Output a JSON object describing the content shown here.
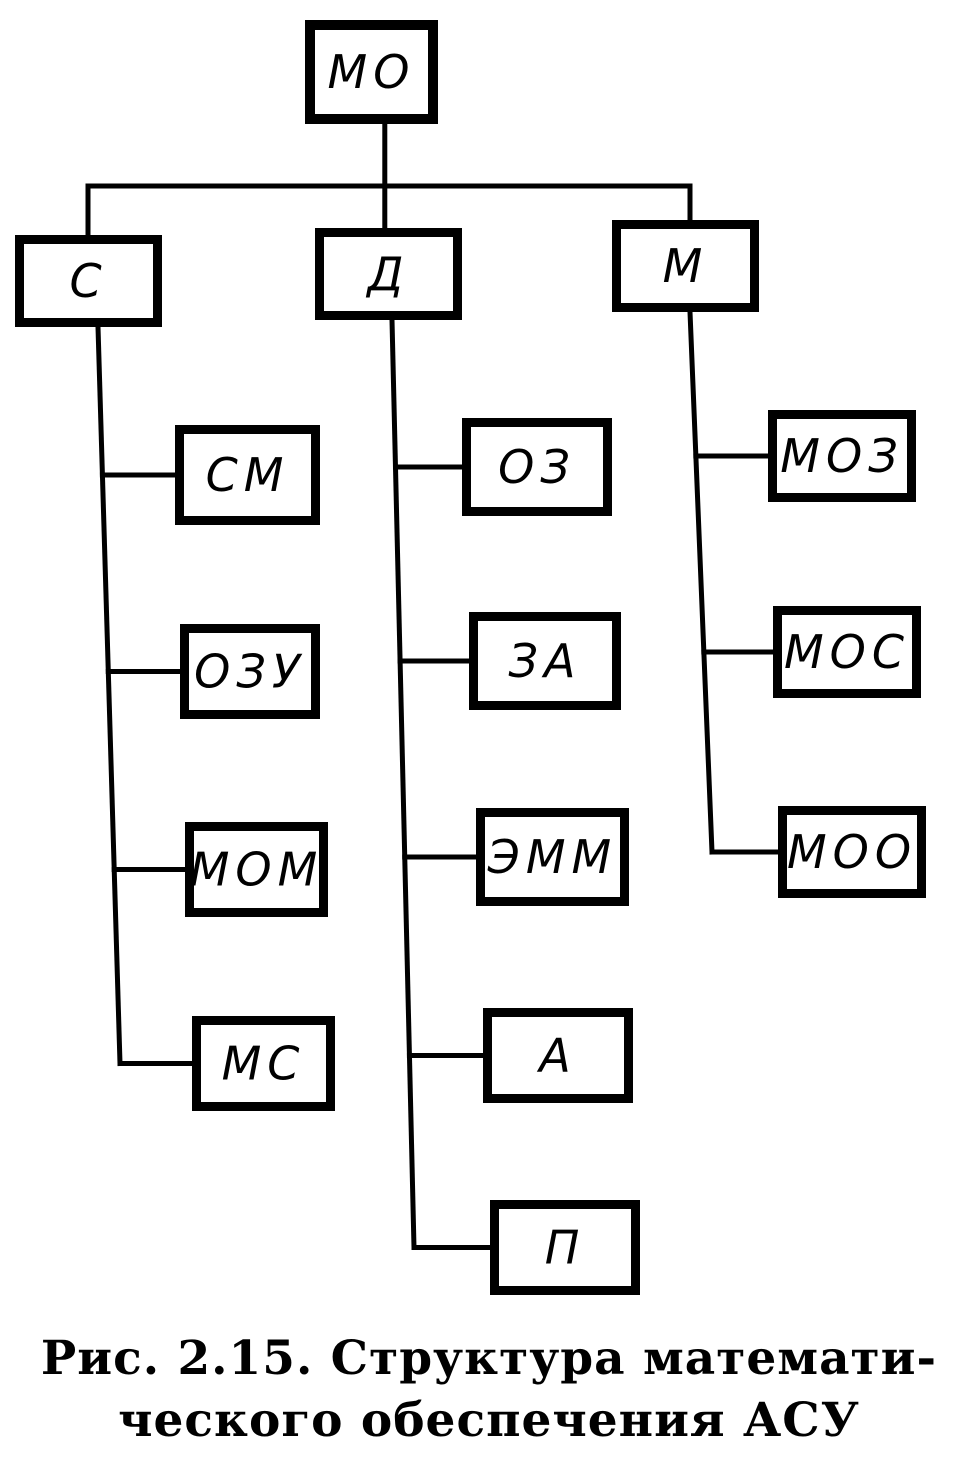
{
  "diagram": {
    "root": {
      "id": "mo",
      "label": "МО"
    },
    "branches": [
      {
        "id": "s",
        "label": "С",
        "children": [
          {
            "id": "sm",
            "label": "СМ"
          },
          {
            "id": "ozu",
            "label": "ОЗУ"
          },
          {
            "id": "mom",
            "label": "МОМ"
          },
          {
            "id": "ms",
            "label": "МС"
          }
        ]
      },
      {
        "id": "d",
        "label": "Д",
        "children": [
          {
            "id": "oz",
            "label": "ОЗ"
          },
          {
            "id": "za",
            "label": "ЗА"
          },
          {
            "id": "emm",
            "label": "ЭММ"
          },
          {
            "id": "a",
            "label": "А"
          },
          {
            "id": "p",
            "label": "П"
          }
        ]
      },
      {
        "id": "m",
        "label": "М",
        "children": [
          {
            "id": "moz",
            "label": "МОЗ"
          },
          {
            "id": "mos",
            "label": "МОС"
          },
          {
            "id": "moo",
            "label": "МОО"
          }
        ]
      }
    ]
  },
  "caption": {
    "line1": "Рис. 2.15. Структура математи-",
    "line2": "ческого обеспечения АСУ"
  }
}
